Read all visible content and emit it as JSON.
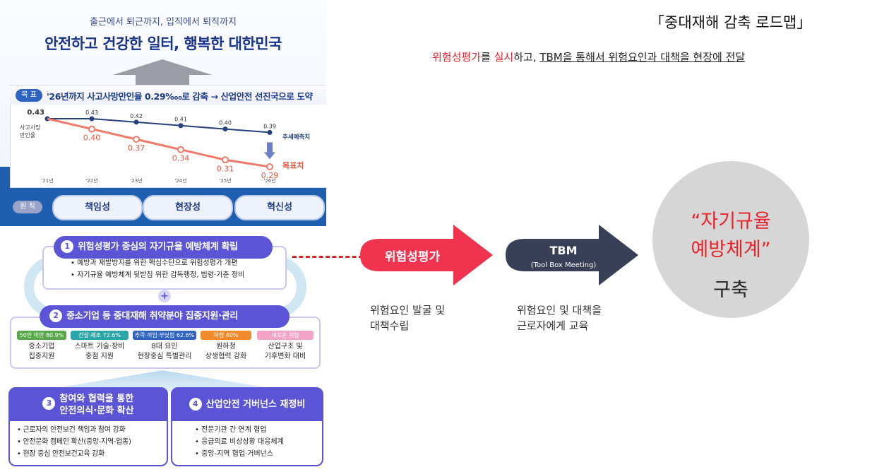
{
  "left_panel": {
    "subtitle": "출근에서 퇴근까지, 입직에서 퇴직까지",
    "headline": "안전하고 건강한 일터, 행복한 대한민국",
    "goal_badge": "목 표",
    "goal_text": "'26년까지 사고사망만인율 0.29‱로 감축 → 산업안전 선진국으로 도약",
    "principles_label": "원 칙",
    "principles": [
      "책임성",
      "현장성",
      "혁신성"
    ],
    "section1": {
      "number": "1",
      "title": "위험성평가 중심의 자기규율 예방체계 확립",
      "bullets": [
        "예방과 재발방지를 위한 핵심수단으로 위험성평가 개편",
        "자기규율 예방체계 뒷받침 위한 감독행정, 법령·기준 정비"
      ]
    },
    "plus": "+",
    "section2": {
      "number": "2",
      "title": "중소기업 등 중대재해 취약분야 집중지원·관리",
      "items": [
        {
          "tag": "50인 미만 80.9%",
          "color": "#58a84a",
          "text": [
            "중소기업",
            "집중지원"
          ]
        },
        {
          "tag": "건설·제조 72.6%",
          "color": "#2aa6a8",
          "text": [
            "스마트 기술·장비",
            "중점 지원"
          ]
        },
        {
          "tag": "추락·끼임·부딪힘 62.6%",
          "color": "#2f63c0",
          "text": [
            "8대 요인",
            "현장중심 특별관리"
          ]
        },
        {
          "tag": "하청 40%",
          "color": "#f08a2a",
          "text": [
            "원하청",
            "상생협력 강화"
          ]
        },
        {
          "tag": "새로운 위험",
          "color": "#f4a3c6",
          "text": [
            "산업구조 및",
            "기후변화 대비"
          ]
        }
      ]
    },
    "section3": {
      "number": "3",
      "title_line1": "참여와 협력을 통한",
      "title_line2": "안전의식·문화 확산",
      "bullets": [
        "근로자의 안전보건 책임과 참여 강화",
        "안전문화 캠페인 확산(중앙-지역-업종)",
        "현장 중심 안전보건교육 강화"
      ]
    },
    "section4": {
      "number": "4",
      "title": "산업안전 거버넌스 재정비",
      "bullets": [
        "전문기관 간 연계 협업",
        "응급의료 비상상황 대응체계",
        "중앙-지역 협업·거버넌스"
      ]
    }
  },
  "chart_data": {
    "type": "line",
    "categories": [
      "'21년",
      "'22년",
      "'23년",
      "'24년",
      "'25년",
      "'26년"
    ],
    "ylabel": "사고사망 만인율",
    "series": [
      {
        "name": "추세예측치",
        "color": "#253f7d",
        "values": [
          0.43,
          0.43,
          0.42,
          0.41,
          0.4,
          0.39
        ],
        "labels": [
          "0.43",
          "0.43",
          "0.42",
          "0.41",
          "0.40",
          "0.39"
        ]
      },
      {
        "name": "목표치",
        "color": "#f07a6a",
        "values": [
          0.43,
          0.4,
          0.37,
          0.34,
          0.31,
          0.29
        ],
        "labels": [
          "",
          "0.40",
          "0.37",
          "0.34",
          "0.31",
          "0.29"
        ]
      }
    ]
  },
  "right": {
    "title": "「중대재해 감축 로드맵」",
    "subtitle_red1": "위험성평가",
    "subtitle_black1": "를 ",
    "subtitle_red2": "실시",
    "subtitle_black2": "하고, ",
    "subtitle_underlined": "TBM을 통해서 위험요인과 대책을 현장에 전달",
    "arrow1_label": "위험성평가",
    "arrow1_caption": [
      "위험요인 발굴 및",
      "대책수립"
    ],
    "arrow2_label": "TBM",
    "arrow2_sublabel": "(Tool Box Meeting)",
    "arrow2_caption": [
      "위험요인 및 대책을",
      "근로자에게 교육"
    ],
    "circle_line1": "“자기규율",
    "circle_line2": "예방체계”",
    "circle_line3": "구축",
    "colors": {
      "arrow1": "#f0344f",
      "arrow2": "#3a3f58",
      "circle": "#d6d6d6",
      "accent_red": "#e8232a"
    }
  }
}
